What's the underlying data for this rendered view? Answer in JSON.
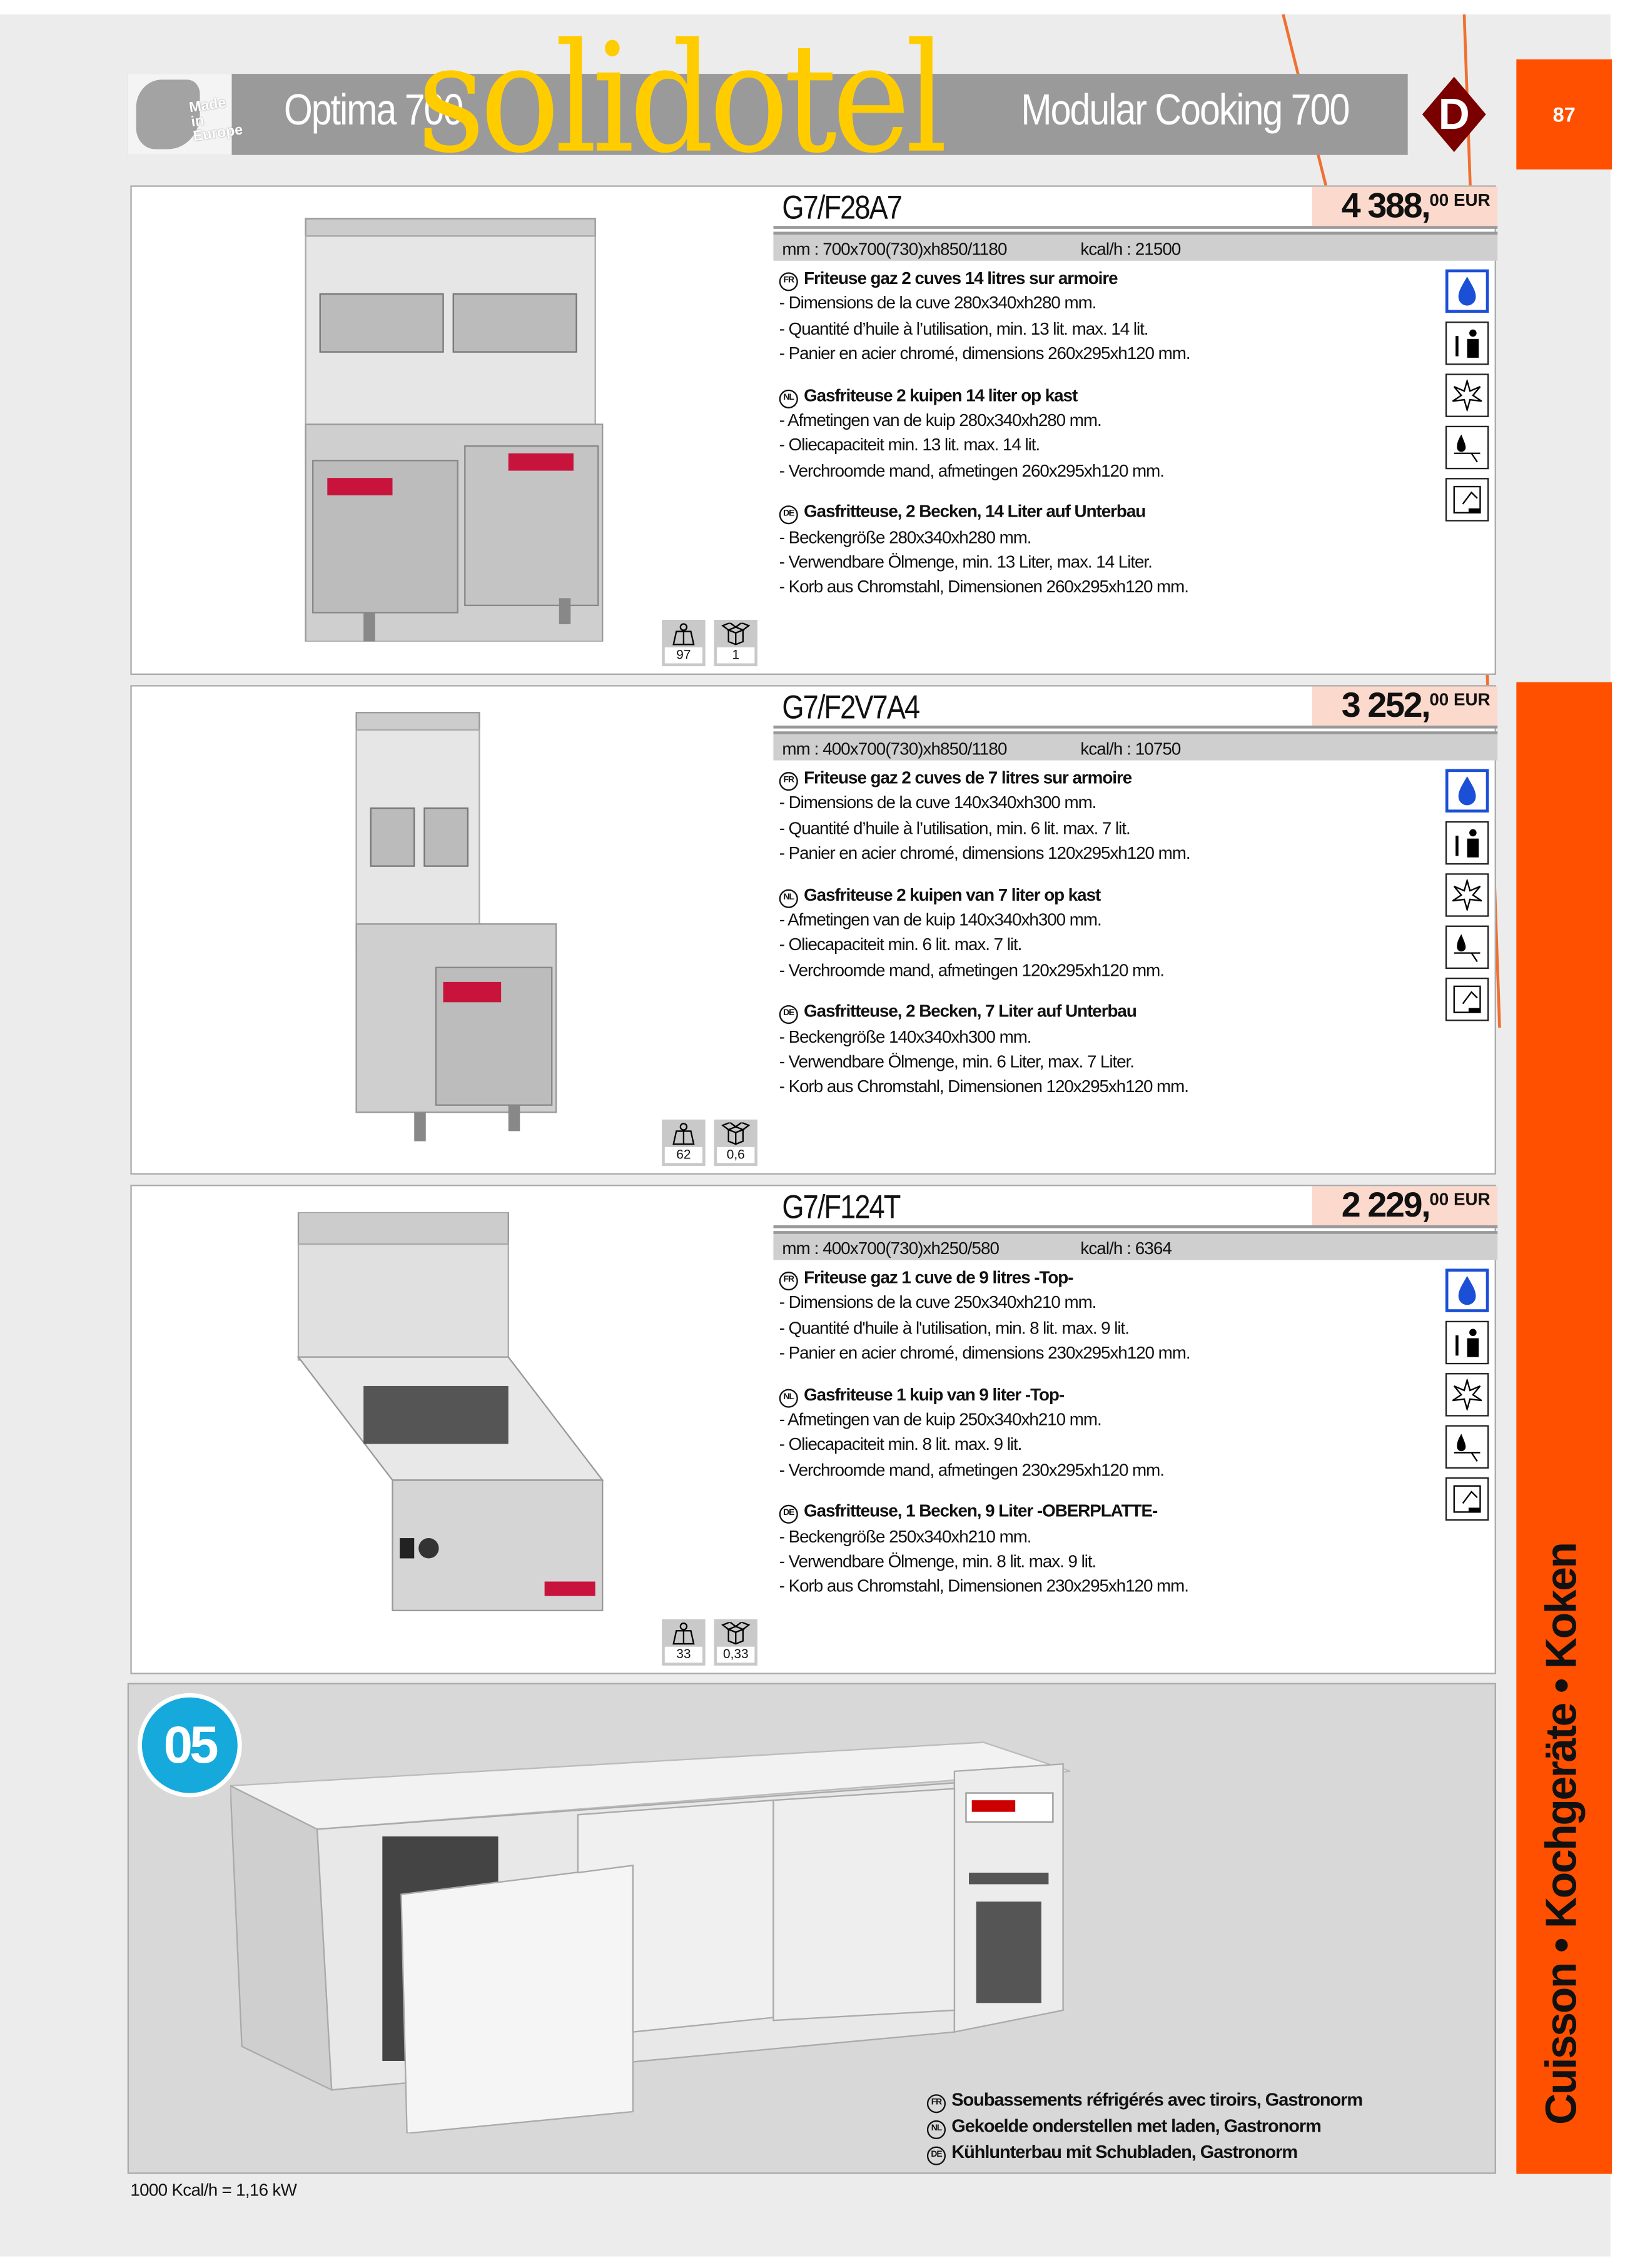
{
  "header": {
    "made_in_europe": "Made in Europe",
    "left_title": "Optima 700",
    "right_title": "Modular Cooking 700",
    "logo_text": "solidotel",
    "brand_logo": "D",
    "page_number": "87"
  },
  "sidebar_label": "Cuisson • Kochgeräte • Koken",
  "products": [
    {
      "code": "G7/F28A7",
      "price_int": "4 388,",
      "price_dec": "00 EUR",
      "dims": "mm : 700x700(730)xh850/1180",
      "kcal": "kcal/h : 21500",
      "weight": "97",
      "volume": "1",
      "blocks": [
        {
          "flag": "FR",
          "title": "Friteuse gaz 2 cuves 14 litres sur armoire",
          "lines": [
            "- Dimensions de la cuve 280x340xh280 mm.",
            "- Quantité d’huile à l’utilisation, min. 13 lit. max. 14 lit.",
            "- Panier en acier chromé, dimensions 260x295xh120 mm."
          ]
        },
        {
          "flag": "NL",
          "title": "Gasfriteuse 2 kuipen 14 liter op kast",
          "lines": [
            "- Afmetingen van de kuip 280x340xh280 mm.",
            "- Oliecapaciteit min. 13 lit. max. 14 lit.",
            "- Verchroomde mand, afmetingen 260x295xh120 mm."
          ]
        },
        {
          "flag": "DE",
          "title": "Gasfritteuse, 2 Becken, 14 Liter auf Unterbau",
          "lines": [
            "- Beckengröße 280x340xh280 mm.",
            "- Verwendbare Ölmenge, min. 13 Liter, max. 14 Liter.",
            "- Korb aus Chromstahl, Dimensionen 260x295xh120 mm."
          ]
        }
      ]
    },
    {
      "code": "G7/F2V7A4",
      "price_int": "3 252,",
      "price_dec": "00 EUR",
      "dims": "mm : 400x700(730)xh850/1180",
      "kcal": "kcal/h : 10750",
      "weight": "62",
      "volume": "0,6",
      "blocks": [
        {
          "flag": "FR",
          "title": "Friteuse gaz 2 cuves de 7 litres sur armoire",
          "lines": [
            "- Dimensions de la cuve 140x340xh300 mm.",
            "- Quantité d’huile à l’utilisation, min. 6 lit. max. 7 lit.",
            "- Panier en acier chromé, dimensions 120x295xh120 mm."
          ]
        },
        {
          "flag": "NL",
          "title": "Gasfriteuse 2 kuipen van 7 liter op kast",
          "lines": [
            "- Afmetingen van de kuip 140x340xh300 mm.",
            "- Oliecapaciteit min. 6 lit. max. 7 lit.",
            "- Verchroomde mand, afmetingen 120x295xh120 mm."
          ]
        },
        {
          "flag": "DE",
          "title": "Gasfritteuse, 2 Becken, 7 Liter auf Unterbau",
          "lines": [
            "- Beckengröße 140x340xh300 mm.",
            "- Verwendbare Ölmenge, min. 6 Liter, max. 7 Liter.",
            "- Korb aus Chromstahl, Dimensionen 120x295xh120 mm."
          ]
        }
      ]
    },
    {
      "code": "G7/F124T",
      "price_int": "2 229,",
      "price_dec": "00 EUR",
      "dims": "mm : 400x700(730)xh250/580",
      "kcal": "kcal/h : 6364",
      "weight": "33",
      "volume": "0,33",
      "blocks": [
        {
          "flag": "FR",
          "title": "Friteuse gaz 1 cuve de 9 litres -Top-",
          "lines": [
            "- Dimensions de la cuve 250x340xh210 mm.",
            "- Quantité d'huile à l'utilisation, min. 8 lit. max. 9 lit.",
            "- Panier en acier chromé, dimensions 230x295xh120 mm."
          ]
        },
        {
          "flag": "NL",
          "title": "Gasfriteuse 1 kuip van 9 liter -Top-",
          "lines": [
            "- Afmetingen van de kuip 250x340xh210 mm.",
            "- Oliecapaciteit min. 8 lit. max. 9 lit.",
            "- Verchroomde mand, afmetingen 230x295xh120 mm."
          ]
        },
        {
          "flag": "DE",
          "title": "Gasfritteuse, 1 Becken, 9 Liter -OBERPLATTE-",
          "lines": [
            "- Beckengröße 250x340xh210 mm.",
            "- Verwendbare Ölmenge, min. 8 lit. max. 9 lit.",
            "- Korb aus Chromstahl, Dimensionen 230x295xh120 mm."
          ]
        }
      ]
    }
  ],
  "feature_icons": [
    "gas-flame-icon",
    "technician-icon",
    "piezo-ignition-icon",
    "safety-thermostat-icon",
    "cabinet-icon"
  ],
  "bottom": {
    "section_badge": "05",
    "lines": [
      {
        "flag": "FR",
        "text": "Soubassements réfrigérés avec tiroirs, Gastronorm"
      },
      {
        "flag": "NL",
        "text": "Gekoelde onderstellen met laden, Gastronorm"
      },
      {
        "flag": "DE",
        "text": "Kühlunterbau mit Schubladen, Gastronorm"
      }
    ]
  },
  "footer_note": "1000 Kcal/h = 1,16 kW",
  "colors": {
    "accent": "#ff5000",
    "header_gray": "#9a9a9a",
    "price_bg": "#fbd9cc",
    "logo_yellow": "#ffcc00",
    "badge": "#15a9dc"
  }
}
